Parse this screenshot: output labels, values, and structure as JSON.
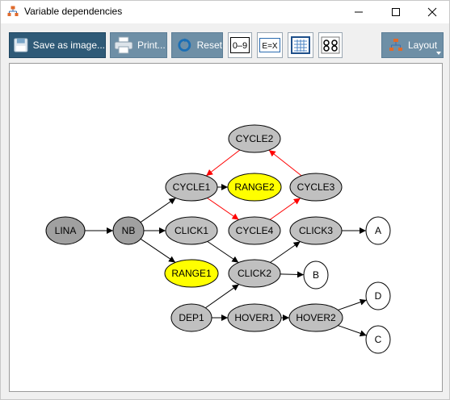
{
  "window": {
    "title": "Variable dependencies",
    "app_icon": "hierarchy-icon",
    "controls": [
      "minimize-icon",
      "maximize-icon",
      "close-icon"
    ]
  },
  "toolbar": {
    "save_label": "Save as image...",
    "print_label": "Print...",
    "reset_label": "Reset",
    "number_tool_label": "0–9",
    "expr_tool_label": "E=X",
    "layout_label": "Layout"
  },
  "graph": {
    "nodes": [
      {
        "id": "lina",
        "label": "LINA",
        "color": "#a0a0a0"
      },
      {
        "id": "nb",
        "label": "NB",
        "color": "#a0a0a0"
      },
      {
        "id": "cycle1",
        "label": "CYCLE1",
        "color": "#c0c0c0"
      },
      {
        "id": "cycle2",
        "label": "CYCLE2",
        "color": "#c0c0c0"
      },
      {
        "id": "range2",
        "label": "RANGE2",
        "color": "#ffff00"
      },
      {
        "id": "cycle3",
        "label": "CYCLE3",
        "color": "#c0c0c0"
      },
      {
        "id": "click1",
        "label": "CLICK1",
        "color": "#c0c0c0"
      },
      {
        "id": "cycle4",
        "label": "CYCLE4",
        "color": "#c0c0c0"
      },
      {
        "id": "click3",
        "label": "CLICK3",
        "color": "#c0c0c0"
      },
      {
        "id": "a",
        "label": "A",
        "color": "#ffffff"
      },
      {
        "id": "range1",
        "label": "RANGE1",
        "color": "#ffff00"
      },
      {
        "id": "click2",
        "label": "CLICK2",
        "color": "#c0c0c0"
      },
      {
        "id": "b",
        "label": "B",
        "color": "#ffffff"
      },
      {
        "id": "dep1",
        "label": "DEP1",
        "color": "#c0c0c0"
      },
      {
        "id": "hover1",
        "label": "HOVER1",
        "color": "#c0c0c0"
      },
      {
        "id": "hover2",
        "label": "HOVER2",
        "color": "#c0c0c0"
      },
      {
        "id": "d",
        "label": "D",
        "color": "#ffffff"
      },
      {
        "id": "c",
        "label": "C",
        "color": "#ffffff"
      }
    ],
    "edges": [
      {
        "from": "lina",
        "to": "nb",
        "color": "#000000"
      },
      {
        "from": "nb",
        "to": "cycle1",
        "color": "#000000"
      },
      {
        "from": "nb",
        "to": "click1",
        "color": "#000000"
      },
      {
        "from": "nb",
        "to": "range1",
        "color": "#000000"
      },
      {
        "from": "cycle1",
        "to": "range2",
        "color": "#000000"
      },
      {
        "from": "cycle2",
        "to": "cycle1",
        "color": "#ff0000"
      },
      {
        "from": "cycle1",
        "to": "cycle4",
        "color": "#ff0000"
      },
      {
        "from": "cycle4",
        "to": "cycle3",
        "color": "#ff0000"
      },
      {
        "from": "cycle3",
        "to": "cycle2",
        "color": "#ff0000"
      },
      {
        "from": "click1",
        "to": "click2",
        "color": "#000000"
      },
      {
        "from": "click2",
        "to": "click3",
        "color": "#000000"
      },
      {
        "from": "click3",
        "to": "a",
        "color": "#000000"
      },
      {
        "from": "click2",
        "to": "b",
        "color": "#000000"
      },
      {
        "from": "dep1",
        "to": "click2",
        "color": "#000000"
      },
      {
        "from": "dep1",
        "to": "hover1",
        "color": "#000000"
      },
      {
        "from": "hover1",
        "to": "hover2",
        "color": "#000000"
      },
      {
        "from": "hover2",
        "to": "d",
        "color": "#000000"
      },
      {
        "from": "hover2",
        "to": "c",
        "color": "#000000"
      }
    ]
  }
}
